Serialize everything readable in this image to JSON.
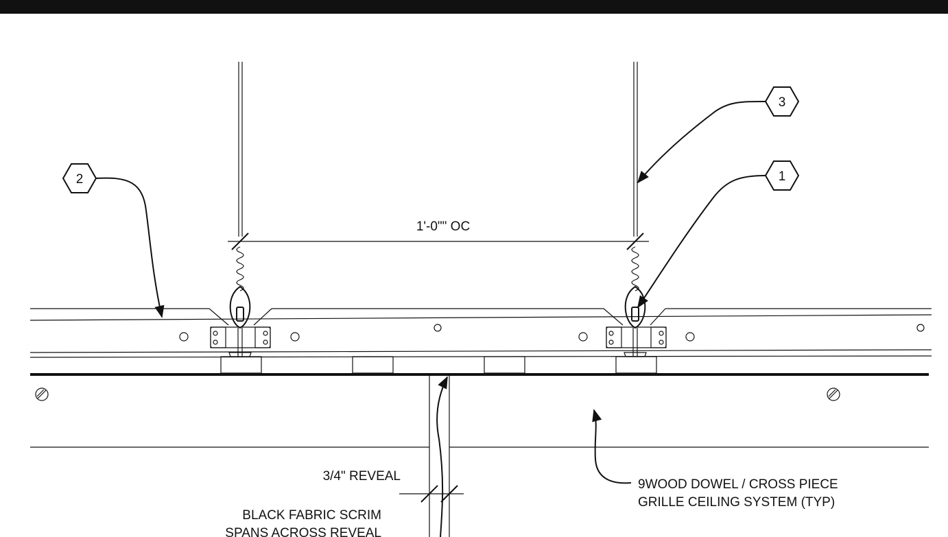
{
  "dimension": {
    "spacing_label": "1'-0\"\" OC",
    "reveal_label": "3/4\" REVEAL"
  },
  "callouts": [
    {
      "number": "1"
    },
    {
      "number": "2"
    },
    {
      "number": "3"
    }
  ],
  "notes": {
    "scrim_line1": "BLACK FABRIC SCRIM",
    "scrim_line2": "SPANS ACROSS REVEAL",
    "grille_line1": "9WOOD DOWEL / CROSS PIECE",
    "grille_line2": "GRILLE CEILING SYSTEM (TYP)"
  },
  "colors": {
    "line": "#111111",
    "background": "#ffffff"
  }
}
